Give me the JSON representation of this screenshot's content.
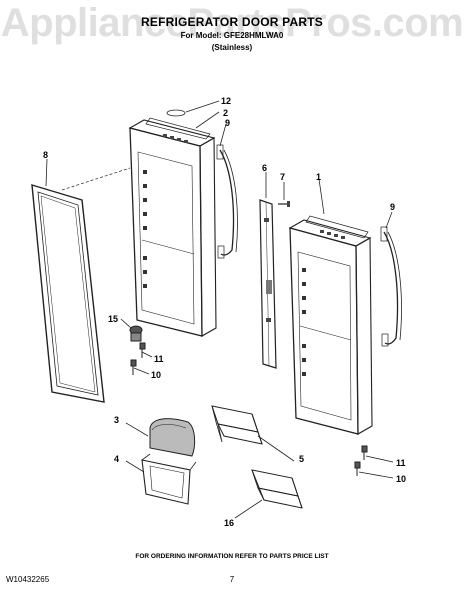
{
  "watermark": "AppliancePartsPros.com",
  "header": {
    "title": "REFRIGERATOR DOOR PARTS",
    "subtitle": "For Model: GFE28HMLWA0",
    "variant": "(Stainless)"
  },
  "callouts": [
    "12",
    "2",
    "9",
    "8",
    "6",
    "7",
    "1",
    "9",
    "15",
    "11",
    "10",
    "3",
    "4",
    "5",
    "11",
    "10",
    "16"
  ],
  "footer": {
    "note": "FOR ORDERING INFORMATION REFER TO PARTS PRICE LIST",
    "doc_number": "W10432265",
    "page_number": "7"
  },
  "colors": {
    "line": "#222222",
    "shade": "#9a9a9a",
    "watermark": "#969696"
  }
}
